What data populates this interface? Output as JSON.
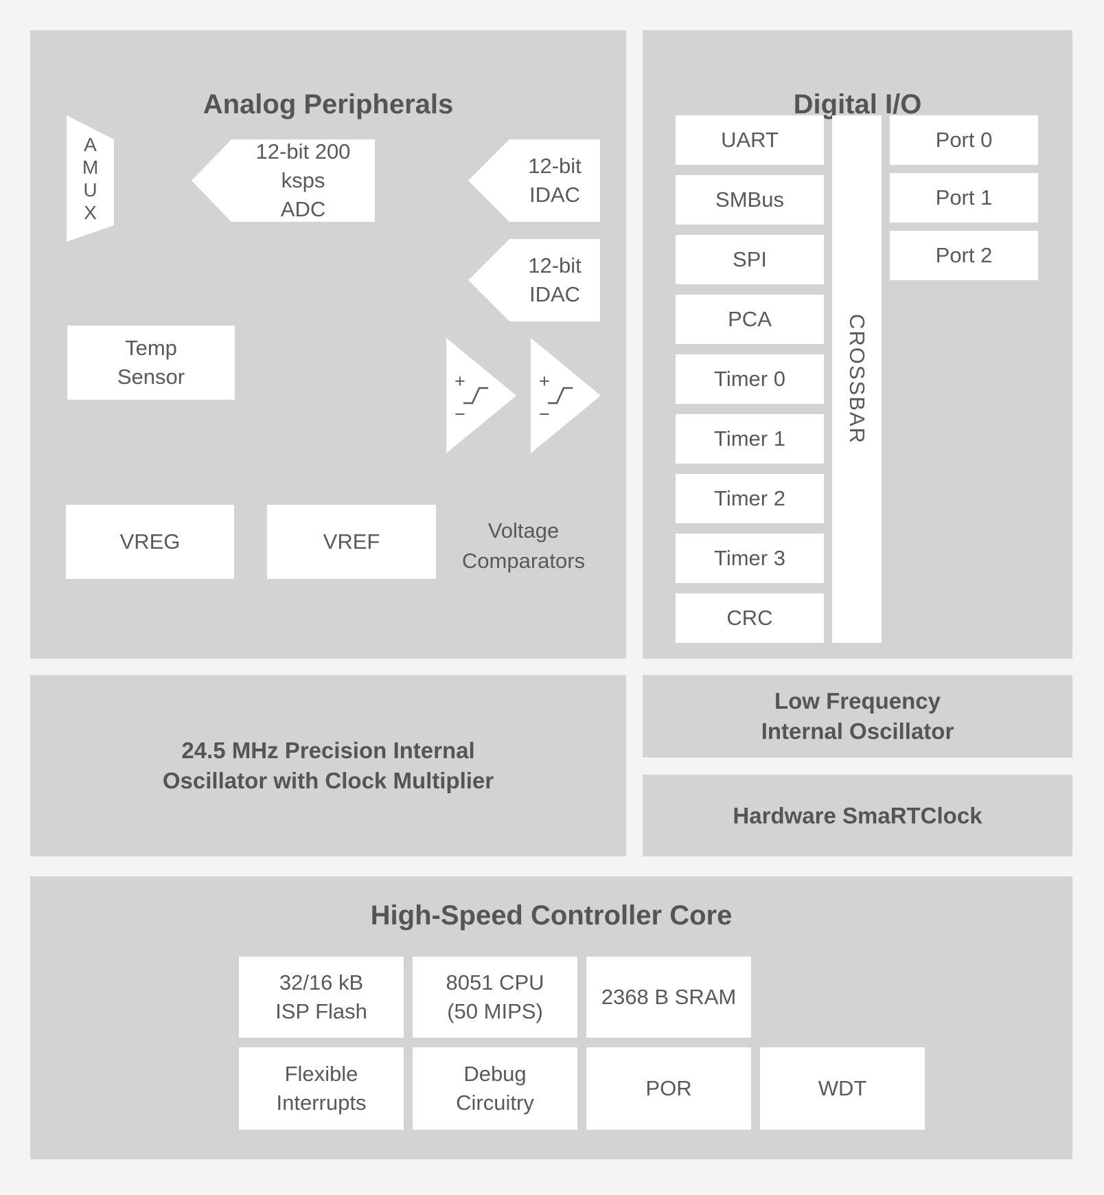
{
  "analog": {
    "title": "Analog Peripherals",
    "amux": {
      "l1": "A",
      "l2": "M",
      "l3": "U",
      "l4": "X"
    },
    "adc": {
      "line1": "12-bit 200 ksps",
      "line2": "ADC"
    },
    "idac1": {
      "line1": "12-bit",
      "line2": "IDAC"
    },
    "idac2": {
      "line1": "12-bit",
      "line2": "IDAC"
    },
    "temp_sensor": {
      "line1": "Temp",
      "line2": "Sensor"
    },
    "vreg": "VREG",
    "vref": "VREF",
    "comparators": {
      "plus": "+",
      "minus": "−",
      "label_line1": "Voltage",
      "label_line2": "Comparators"
    }
  },
  "digital": {
    "title": "Digital I/O",
    "peripherals": [
      "UART",
      "SMBus",
      "SPI",
      "PCA",
      "Timer 0",
      "Timer 1",
      "Timer 2",
      "Timer 3",
      "CRC"
    ],
    "crossbar": "CROSSBAR",
    "ports": [
      "Port 0",
      "Port 1",
      "Port 2"
    ]
  },
  "oscillators": {
    "precision": {
      "line1": "24.5 MHz Precision Internal",
      "line2": "Oscillator with Clock Multiplier"
    },
    "low_freq": {
      "line1": "Low Frequency",
      "line2": "Internal Oscillator"
    },
    "smartclock": "Hardware SmaRTClock"
  },
  "core": {
    "title": "High-Speed Controller Core",
    "flash": {
      "line1": "32/16 kB",
      "line2": "ISP Flash"
    },
    "cpu": {
      "line1": "8051 CPU",
      "line2": "(50 MIPS)"
    },
    "sram": {
      "line1": "2368 B SRAM"
    },
    "interrupts": {
      "line1": "Flexible",
      "line2": "Interrupts"
    },
    "debug": {
      "line1": "Debug",
      "line2": "Circuitry"
    },
    "por": {
      "line1": "POR"
    },
    "wdt": {
      "line1": "WDT"
    }
  }
}
